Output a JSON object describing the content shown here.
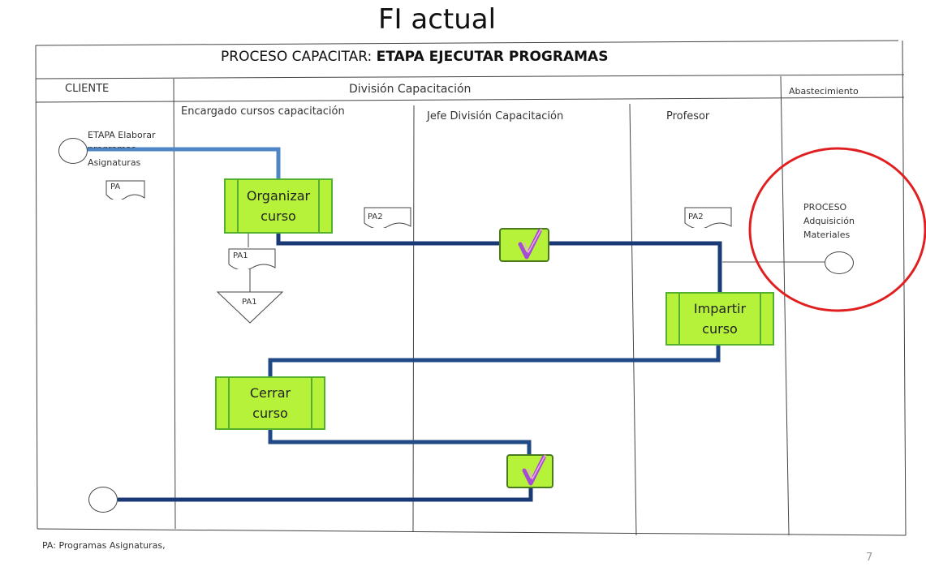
{
  "title": "FI actual",
  "process": {
    "prefix": "PROCESO CAPACITAR: ",
    "stage": "ETAPA  EJECUTAR PROGRAMAS"
  },
  "lanes": {
    "cliente": "CLIENTE",
    "division": "División Capacitación",
    "abastecimiento": "Abastecimiento",
    "encargado": "Encargado cursos capacitación",
    "jefe": "Jefe División Capacitación",
    "profesor": "Profesor"
  },
  "start_stage": {
    "line1": "ETAPA Elaborar",
    "line2": "programas",
    "line3": "Asignaturas"
  },
  "documents": {
    "pa": "PA",
    "pa1": "PA1",
    "pa1_archive": "PA1",
    "pa2_jefe": "PA2",
    "pa2_profesor": "PA2"
  },
  "activities": {
    "organizar": "Organizar curso",
    "impartir": "Impartir curso",
    "cerrar": "Cerrar  curso"
  },
  "external_process": {
    "line1": "PROCESO",
    "line2": "Adquisición",
    "line3": "Materiales"
  },
  "footnote": "PA: Programas Asignaturas,",
  "page_number": "7",
  "colors": {
    "activity_fill": "#b6f23a",
    "activity_border": "#56b030",
    "flow_dark": "#1f3f77",
    "flow_light": "#4f86c6",
    "check": "#a64bd6",
    "highlight_circle": "#e02020"
  }
}
